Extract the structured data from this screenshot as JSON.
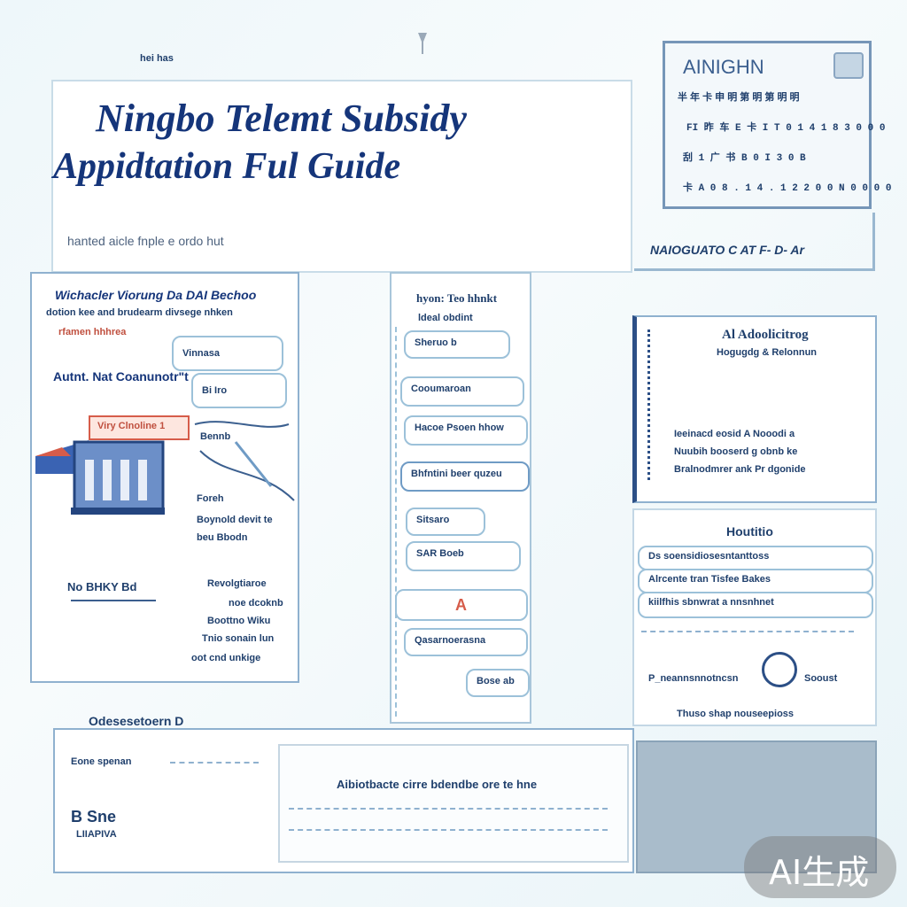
{
  "top_label": "hei has",
  "header": {
    "title_line1": "Ningbo Telemt Subsidy",
    "title_line2": "Appidtation Ful Guide",
    "subtitle": "hanted aicle fnple e ordo hut"
  },
  "info_card": {
    "title": "AINIGHN",
    "rows": [
      "半 年 卡 申 明 第 明 第 明 明",
      "FI 昨 车 E 卡 I T 0 1 4 1 8 3 0 0 0",
      "刮 1 广 书 B 0 I 3 0 B",
      "卡 A 0 8 . 1 4 . 1 2 2 0 0 N 0 0 0 0"
    ]
  },
  "right_banner": "NAIOGUATO C AT F- D- Ar",
  "left_panel": {
    "heading": "Wichacler Viorung Da DAI Bechoo",
    "subheading": "dotion kee and brudearm divsege nhken",
    "note": "rfamen hhhrea",
    "mini_box": "Vinnasa",
    "contact_label": "Autnt. Nat Coanunotr\"t",
    "mini_box2": "Bi Iro",
    "ribbon": "Viry Clnoline 1",
    "tag": "Bennb",
    "section_text": [
      "Foreh",
      "Boynold devit te",
      "beu Bbodn"
    ],
    "mid_label": "No BHKY Bd",
    "bottom_text": [
      "Revolgtiaroe",
      "noe dcoknb",
      "Boottno Wiku",
      "Tnio sonain lun",
      "oot cnd unkige"
    ]
  },
  "flow": {
    "title": "hyon: Teo hhnkt",
    "subtitle": "ldeal obdint",
    "steps": [
      "Sheruo b",
      "Cooumaroan",
      "Hacoe Psoen hhow",
      "Bhfntini beer quzeu",
      "Sitsaro",
      "SAR Boeb",
      "A",
      "Qasarnoerasna",
      "Bose ab"
    ]
  },
  "app_card": {
    "title": "Al Adoolicitrog",
    "subtitle": "Hogugdg & Relonnun",
    "rows": [
      "Ieeinacd eosid   A Nooodi a",
      "Nuubih booserd  g obnb ke",
      "Bralnodmrer ank  Pr dgonide"
    ]
  },
  "hostitio": {
    "title": "Houtitio",
    "items": [
      "Ds soensidiosesntanttoss",
      "Alrcente tran Tisfee Bakes",
      "kiilfhis sbnwrat a nnsnhnet",
      "P_neannsnnotncsn",
      "Sooust"
    ],
    "footer": "Thuso shap nouseepioss"
  },
  "bottom": {
    "tag": "Odesesetoern D",
    "left_label": "Eone spenan",
    "left_big": "B Sne",
    "left_caption": "LIIAPIVA",
    "banner": "Aibiotbacte cirre bdendbe ore te hne"
  },
  "watermark": "AI生成",
  "colors": {
    "navy": "#16386d",
    "accent_red": "#d65c4a",
    "border": "#8fb1cf",
    "panel_gray": "#a5b8c8"
  }
}
